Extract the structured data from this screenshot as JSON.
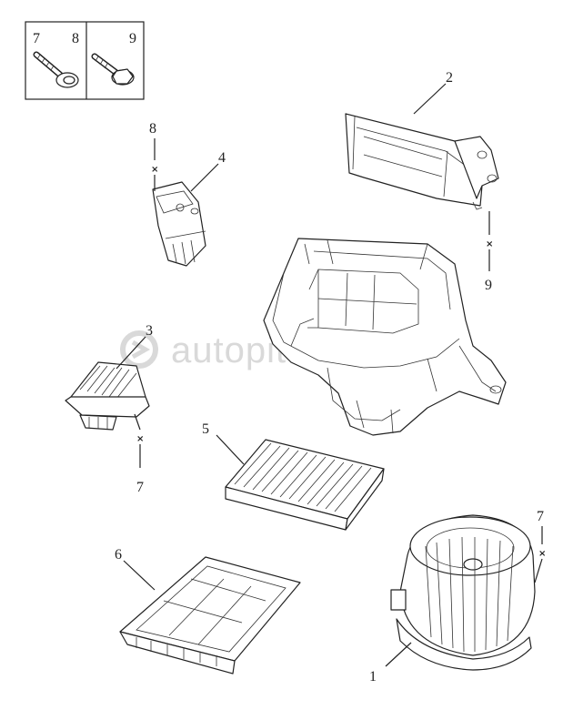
{
  "watermark": {
    "text": "autopiter.ru"
  },
  "legend_box": {
    "labels": [
      "7",
      "8",
      "9"
    ]
  },
  "callouts": [
    {
      "id": "1",
      "text": "1"
    },
    {
      "id": "2",
      "text": "2"
    },
    {
      "id": "3",
      "text": "3"
    },
    {
      "id": "4",
      "text": "4"
    },
    {
      "id": "5",
      "text": "5"
    },
    {
      "id": "6",
      "text": "6"
    },
    {
      "id": "7a",
      "text": "7"
    },
    {
      "id": "7b",
      "text": "7"
    },
    {
      "id": "8",
      "text": "8"
    },
    {
      "id": "9",
      "text": "9"
    }
  ],
  "marker": "×"
}
